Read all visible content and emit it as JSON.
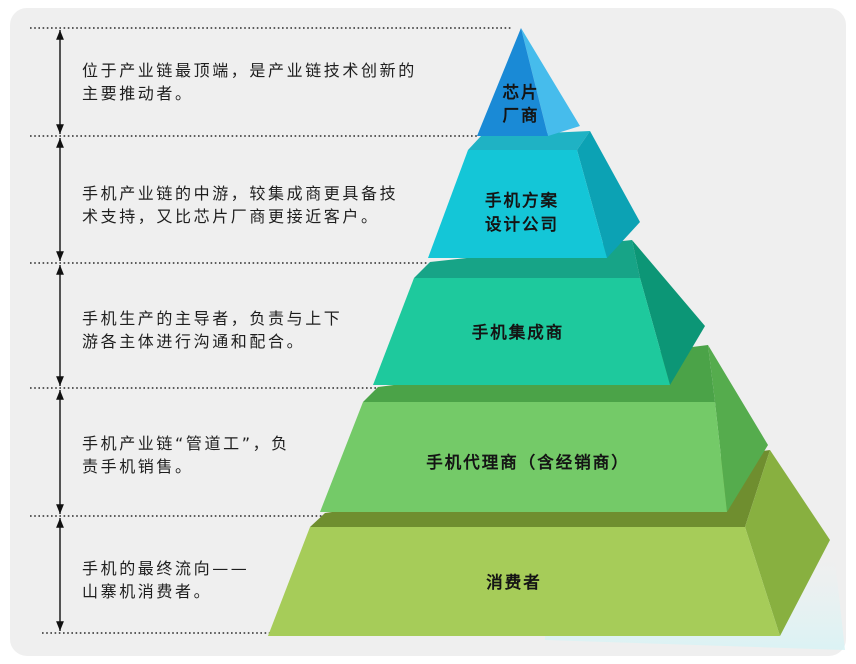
{
  "colors": {
    "panel": "#efefef",
    "panel_border": "#ffffff",
    "text": "#1e1e1e",
    "guide_lines": "#2a2a2a"
  },
  "levels": [
    {
      "label_lines": [
        "芯片",
        "厂商"
      ],
      "colors": {
        "front": "#1a8ad6",
        "side": "#46bcec"
      }
    },
    {
      "label_lines": [
        "手机方案",
        "设计公司"
      ],
      "colors": {
        "top": "#1fb2c4",
        "front": "#14c6d7",
        "side": "#0ca2b4"
      }
    },
    {
      "label_lines": [
        "手机集成商"
      ],
      "colors": {
        "top": "#17a487",
        "front": "#1ec99d",
        "side": "#0c9676"
      }
    },
    {
      "label_lines": [
        "手机代理商（含经销商）"
      ],
      "colors": {
        "top": "#4ba348",
        "front": "#74ca68",
        "side": "#55ac4d"
      }
    },
    {
      "label_lines": [
        "消费者"
      ],
      "colors": {
        "top": "#6f8e2f",
        "front": "#a6cc59",
        "side": "#88b040"
      }
    }
  ],
  "descriptions": [
    {
      "lines": [
        "位于产业链最顶端，是产业链技术创新的",
        "主要推动者。"
      ]
    },
    {
      "lines": [
        "手机产业链的中游，较集成商更具备技",
        "术支持，又比芯片厂商更接近客户。"
      ]
    },
    {
      "lines": [
        "手机生产的主导者，负责与上下",
        "游各主体进行沟通和配合。"
      ]
    },
    {
      "lines": [
        "手机产业链“管道工”，负",
        "责手机销售。"
      ]
    },
    {
      "lines": [
        "手机的最终流向——",
        "山寨机消费者。"
      ]
    }
  ]
}
